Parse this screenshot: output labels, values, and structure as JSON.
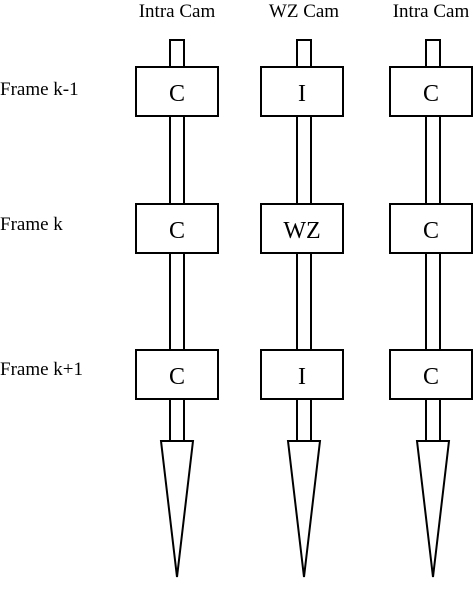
{
  "columns": [
    {
      "title": "Intra Cam",
      "frames": [
        "C",
        "C",
        "C"
      ]
    },
    {
      "title": "WZ Cam",
      "frames": [
        "I",
        "WZ",
        "I"
      ]
    },
    {
      "title": "Intra Cam",
      "frames": [
        "C",
        "C",
        "C"
      ]
    }
  ],
  "rows": [
    "Frame k-1",
    "Frame k",
    "Frame k+1"
  ]
}
